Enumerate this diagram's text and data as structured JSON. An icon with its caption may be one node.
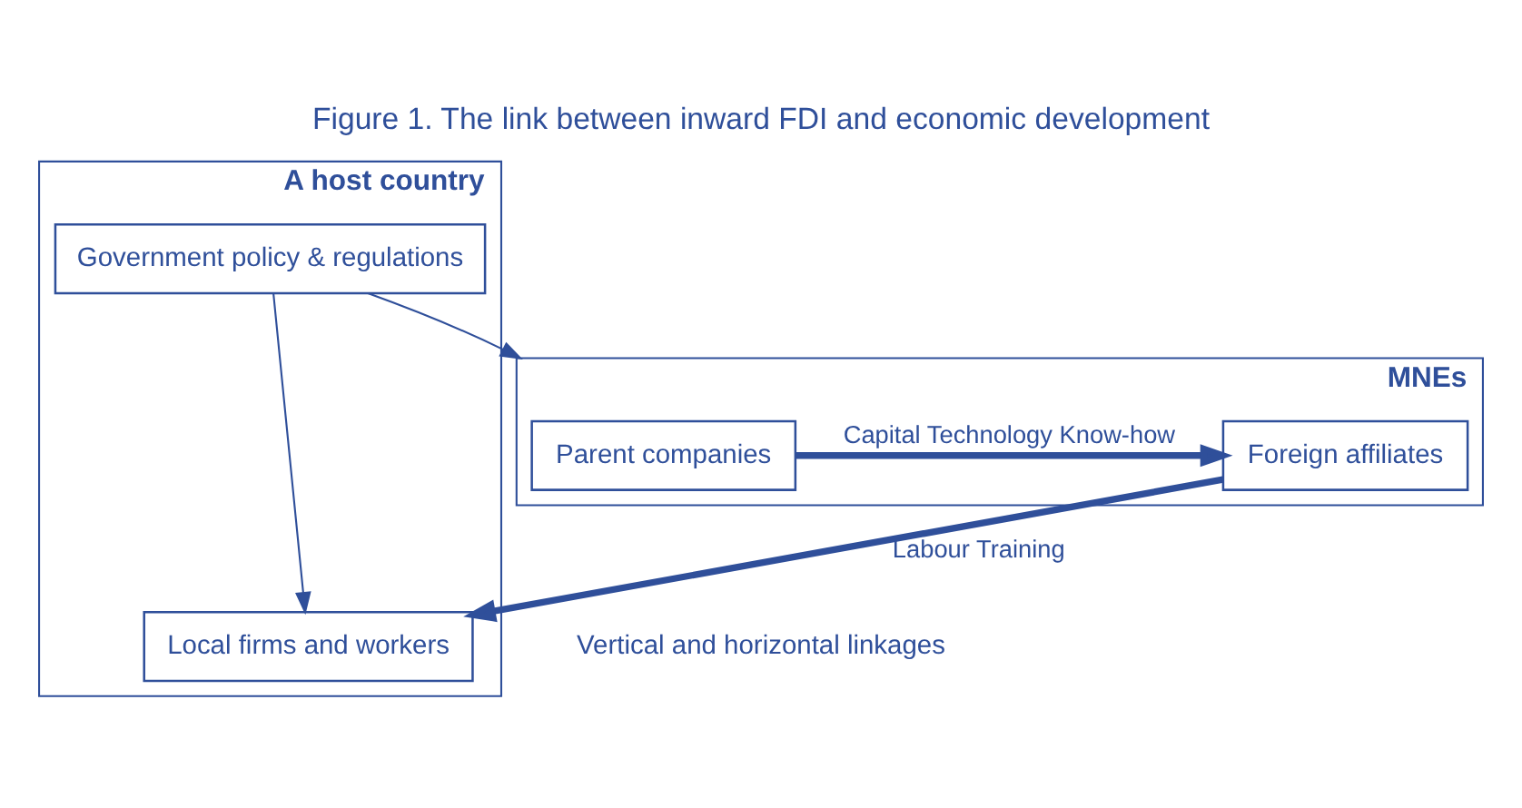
{
  "diagram": {
    "title": "Figure 1. The link between inward FDI and economic development",
    "nodes": [
      {
        "text": [
          "A host country"
        ]
      },
      {
        "text": [
          "MNEs"
        ]
      },
      {
        "text": [
          "Parent companies"
        ],
        "in": 1
      },
      {
        "text": [
          "Foreign affiliates"
        ],
        "in": 1
      },
      {
        "text": [
          "Government policy & regulations"
        ],
        "in": 0
      },
      {
        "text": [
          "Local firms and workers"
        ],
        "in": 0
      }
    ],
    "edges": [
      {
        "from": 2,
        "to": 3,
        "arrow": "to",
        "label": "Capital Technology Know-how",
        "style": "thick"
      },
      {
        "from": 3,
        "to": 5,
        "arrow": "to",
        "label": "Labour Training",
        "style": "thick"
      },
      {
        "from": 4,
        "to": 1,
        "arrow": "to"
      },
      {
        "from": 4,
        "to": 5,
        "arrow": "to"
      }
    ],
    "labels": [
      "Vertical and horizontal linkages"
    ]
  }
}
